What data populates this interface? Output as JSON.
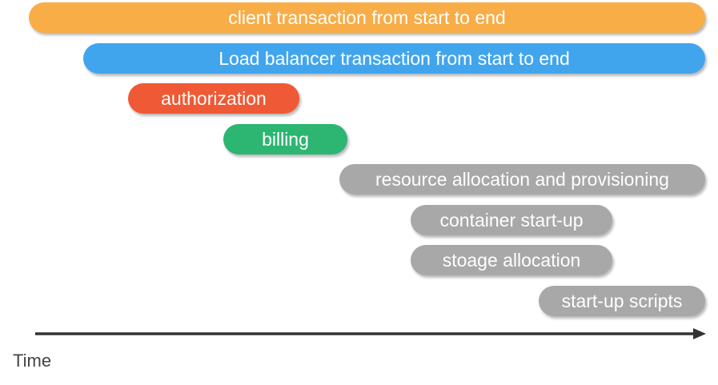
{
  "spans": [
    {
      "label": "client transaction from start to end",
      "color": "#F8AD47"
    },
    {
      "label": "Load balancer transaction from start to end",
      "color": "#41A5EE"
    },
    {
      "label": "authorization",
      "color": "#EF5935"
    },
    {
      "label": "billing",
      "color": "#2DB572"
    },
    {
      "label": "resource allocation and provisioning",
      "color": "#A8A8A8"
    },
    {
      "label": "container start-up",
      "color": "#A8A8A8"
    },
    {
      "label": "stoage allocation",
      "color": "#A8A8A8"
    },
    {
      "label": "start-up scripts",
      "color": "#A8A8A8"
    }
  ],
  "axis": {
    "label": "Time",
    "color": "#333333"
  }
}
